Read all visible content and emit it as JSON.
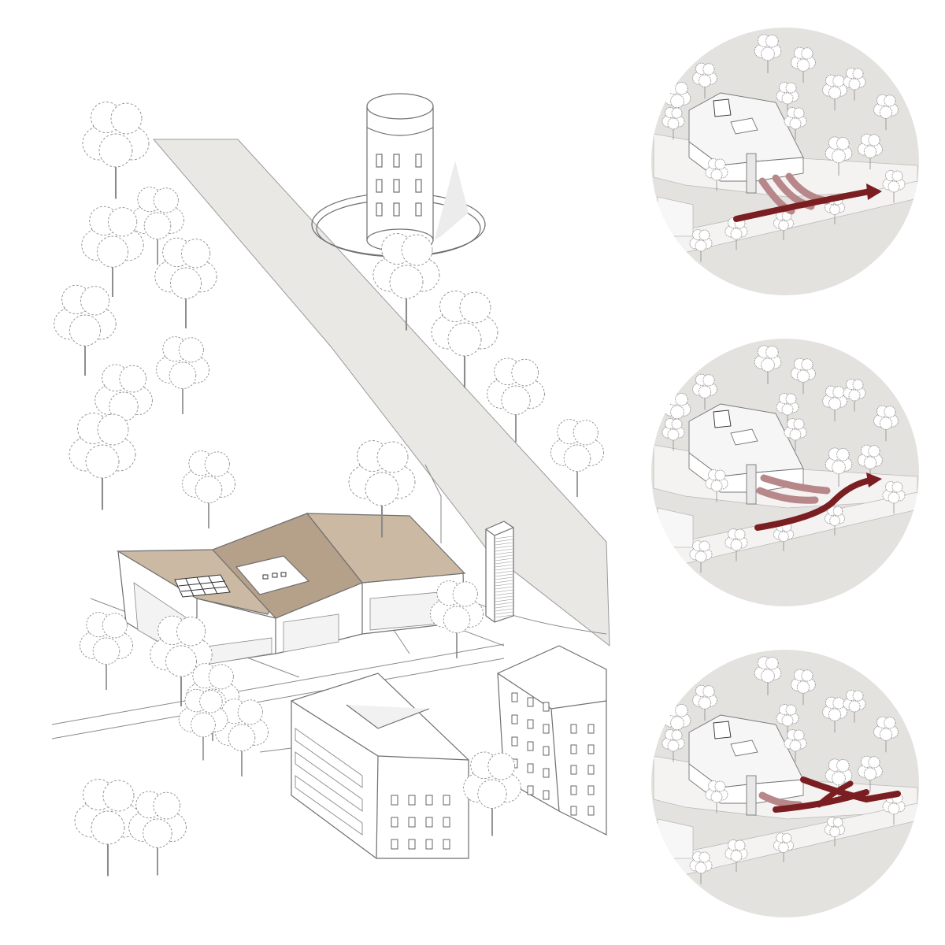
{
  "colors": {
    "background": "#ffffff",
    "line": "#6f6f6f",
    "road": "#e9e8e5",
    "roof": "#cbb9a3",
    "roof_dark": "#b5a08a",
    "tree_fill": "#ffffff",
    "tree_line": "#8b8b8b",
    "inset_bg": "#e4e2df",
    "inset_road": "#f4f3f1",
    "flow_dark": "#7a1e22",
    "flow_light": "#b7878a"
  },
  "main_view": {
    "elements": [
      "street",
      "water-tower",
      "main-building",
      "signal-tower",
      "apartment-block-front",
      "apartment-block-right",
      "trees"
    ]
  },
  "insets": [
    {
      "id": "access-option-1",
      "flow": "three-branch"
    },
    {
      "id": "access-option-2",
      "flow": "two-branch"
    },
    {
      "id": "access-option-3",
      "flow": "cross"
    }
  ]
}
